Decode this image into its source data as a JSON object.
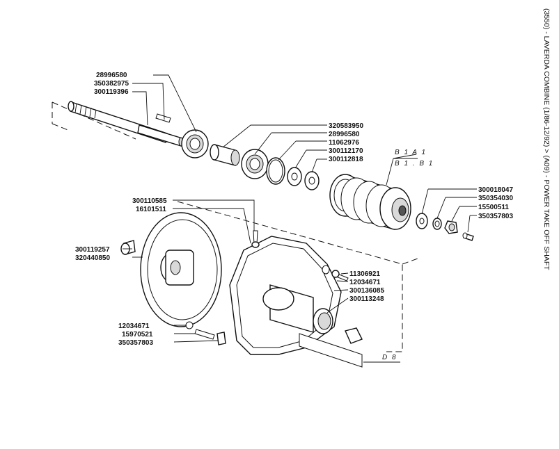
{
  "title": "(3550) - LAVERDA COMBINE (1/86-12/92) > (A09) - POWER TAKE OFF SHAFT",
  "part_labels": [
    {
      "id": "p1",
      "text": "28996580"
    },
    {
      "id": "p2",
      "text": "350382975"
    },
    {
      "id": "p3",
      "text": "300119396"
    },
    {
      "id": "p4",
      "text": "320583950"
    },
    {
      "id": "p5",
      "text": "28996580"
    },
    {
      "id": "p6",
      "text": "11062976"
    },
    {
      "id": "p7",
      "text": "300112170"
    },
    {
      "id": "p8",
      "text": "300112818"
    },
    {
      "id": "p9",
      "text": "300018047"
    },
    {
      "id": "p10",
      "text": "350354030"
    },
    {
      "id": "p11",
      "text": "15500511"
    },
    {
      "id": "p12",
      "text": "350357803"
    },
    {
      "id": "p13",
      "text": "300110585"
    },
    {
      "id": "p14",
      "text": "16101511"
    },
    {
      "id": "p15",
      "text": "300119257"
    },
    {
      "id": "p16",
      "text": "320440850"
    },
    {
      "id": "p17",
      "text": "11306921"
    },
    {
      "id": "p18",
      "text": "12034671"
    },
    {
      "id": "p19",
      "text": "300136085"
    },
    {
      "id": "p20",
      "text": "300113248"
    },
    {
      "id": "p21",
      "text": "12034671"
    },
    {
      "id": "p22",
      "text": "15970521"
    },
    {
      "id": "p23",
      "text": "350357803"
    }
  ],
  "references": {
    "pulley_ref_1": "B 1  A 1",
    "pulley_ref_2": "B 1 . B 1",
    "shaft_ref": "D 8"
  }
}
